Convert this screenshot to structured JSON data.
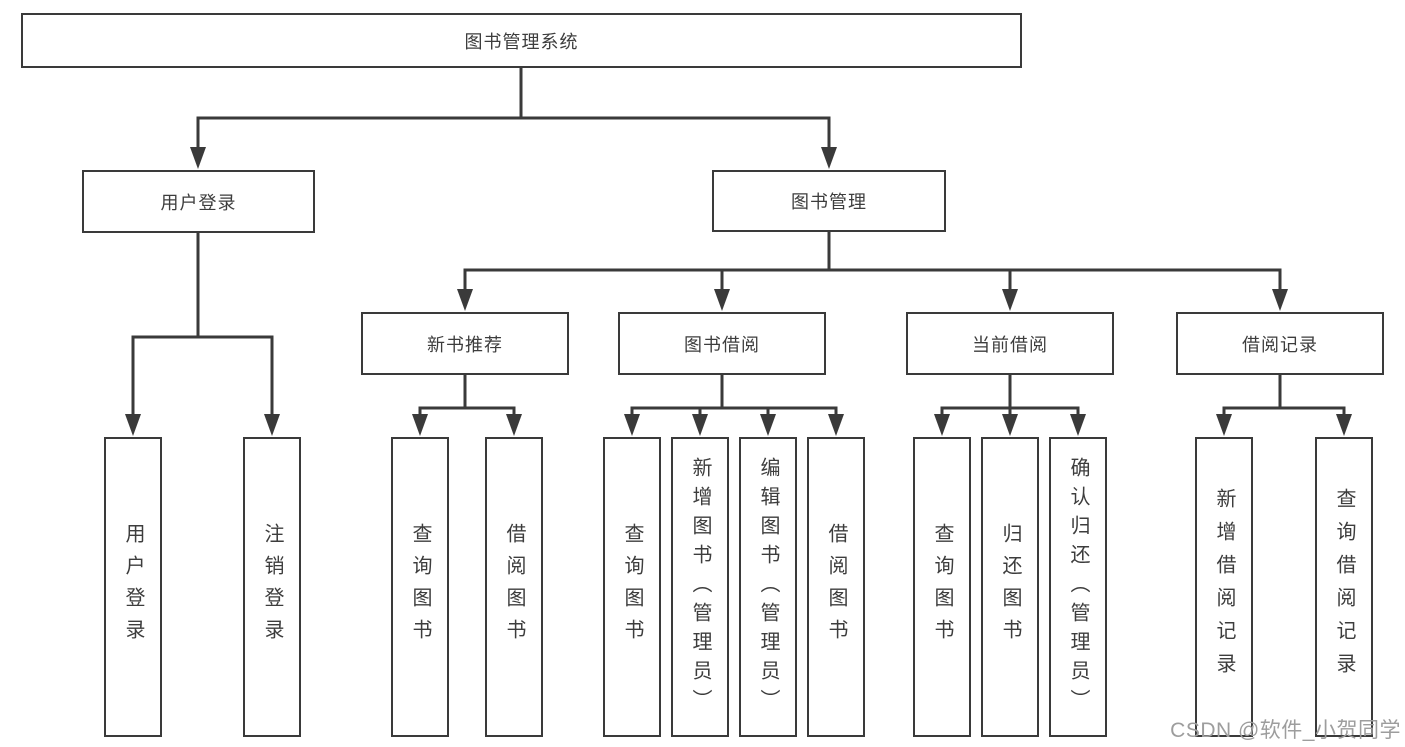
{
  "tree": {
    "label": "图书管理系统",
    "children": [
      {
        "label": "用户登录",
        "children": [
          {
            "label": "用户登录"
          },
          {
            "label": "注销登录"
          }
        ]
      },
      {
        "label": "图书管理",
        "children": [
          {
            "label": "新书推荐",
            "children": [
              {
                "label": "查询图书"
              },
              {
                "label": "借阅图书"
              }
            ]
          },
          {
            "label": "图书借阅",
            "children": [
              {
                "label": "查询图书"
              },
              {
                "label": "新增图书（管理员）"
              },
              {
                "label": "编辑图书（管理员）"
              },
              {
                "label": "借阅图书"
              }
            ]
          },
          {
            "label": "当前借阅",
            "children": [
              {
                "label": "查询图书"
              },
              {
                "label": "归还图书"
              },
              {
                "label": "确认归还（管理员）"
              }
            ]
          },
          {
            "label": "借阅记录",
            "children": [
              {
                "label": "新增借阅记录"
              },
              {
                "label": "查询借阅记录"
              }
            ]
          }
        ]
      }
    ]
  },
  "colors": {
    "line": "#3a3a3a",
    "text": "#3d3d3d",
    "watermark": "#9d9d9d"
  },
  "watermark": "CSDN @软件_小贺同学"
}
